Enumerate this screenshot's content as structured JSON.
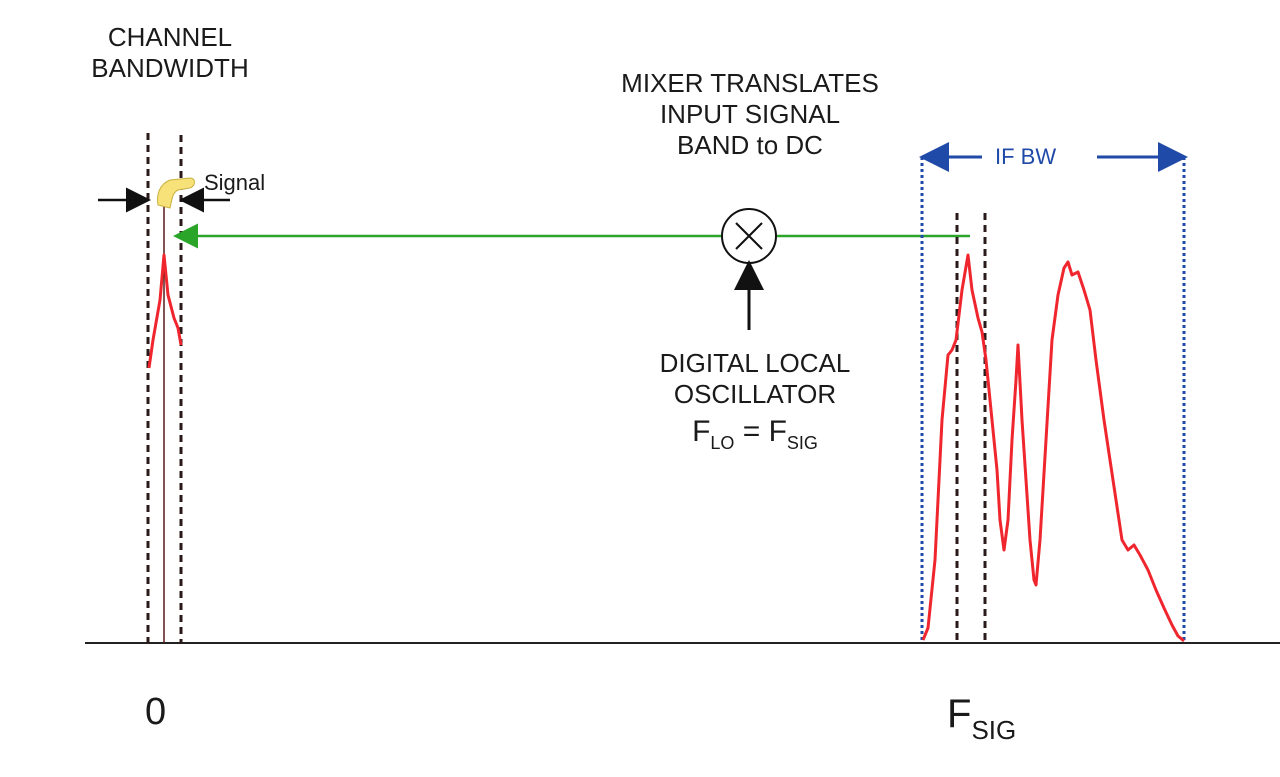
{
  "labels": {
    "channel_bandwidth": [
      "CHANNEL",
      "BANDWIDTH"
    ],
    "signal": "Signal",
    "mixer_caption": [
      "MIXER TRANSLATES",
      "INPUT SIGNAL",
      "BAND to DC"
    ],
    "lo_caption": [
      "DIGITAL LOCAL",
      "OSCILLATOR"
    ],
    "lo_eq_f1": "F",
    "lo_eq_sub1": "LO",
    "lo_eq_mid": " = F",
    "lo_eq_sub2": "SIG",
    "if_bw": "IF BW",
    "axis_zero": "0",
    "axis_fsig": "F",
    "axis_fsig_sub": "SIG"
  },
  "colors": {
    "spectrum": "#f0262e",
    "mixer_path": "#2aa52a",
    "if_bw": "#1f4aa8",
    "channel_marker": "#2a1a1a",
    "signal_bubble": "#f7e27a",
    "axis": "#222222"
  }
}
